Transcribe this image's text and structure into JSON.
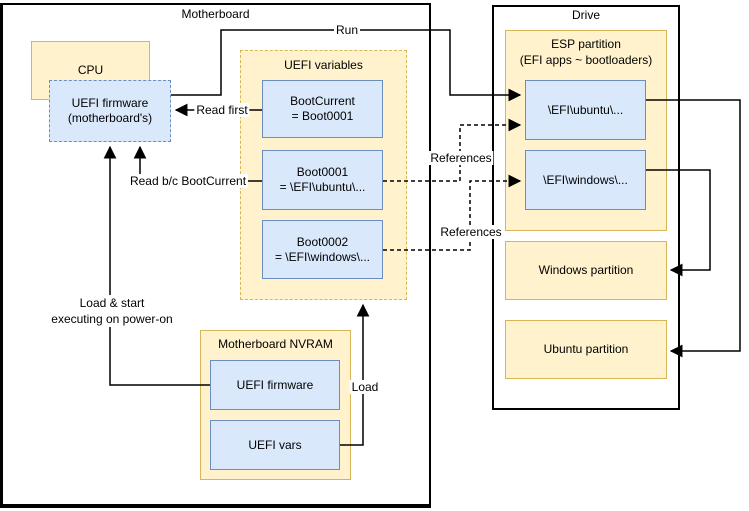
{
  "motherboard": {
    "label": "Motherboard",
    "cpu_label": "CPU",
    "uefi_firmware": {
      "line1": "UEFI firmware",
      "line2": "(motherboard's)"
    },
    "uefi_variables": {
      "label": "UEFI variables",
      "boot_current": {
        "line1": "BootCurrent",
        "line2": "= Boot0001"
      },
      "boot0001": {
        "line1": "Boot0001",
        "line2": "= \\EFI\\ubuntu\\..."
      },
      "boot0002": {
        "line1": "Boot0002",
        "line2": "= \\EFI\\windows\\..."
      }
    },
    "nvram": {
      "label": "Motherboard NVRAM",
      "uefi_firmware_label": "UEFI firmware",
      "uefi_vars_label": "UEFI vars"
    }
  },
  "drive": {
    "label": "Drive",
    "esp": {
      "line1": "ESP partition",
      "line2": "(EFI apps ~ bootloaders)",
      "efi_ubuntu": "\\EFI\\ubuntu\\...",
      "efi_windows": "\\EFI\\windows\\..."
    },
    "windows_partition": "Windows partition",
    "ubuntu_partition": "Ubuntu partition"
  },
  "connectors": {
    "run": "Run",
    "read_first": "Read first",
    "read_bc_bootcurrent": "Read b/c BootCurrent",
    "load_start": {
      "line1": "Load & start",
      "line2": "executing on power-on"
    },
    "load": "Load",
    "references_ubuntu": "References",
    "references_windows": "References"
  },
  "colors": {
    "tan_fill": "#FFF2CC",
    "tan_border": "#D6B656",
    "blue_fill": "#DAE8FC",
    "blue_border": "#6C8EBF",
    "line": "#000000"
  }
}
